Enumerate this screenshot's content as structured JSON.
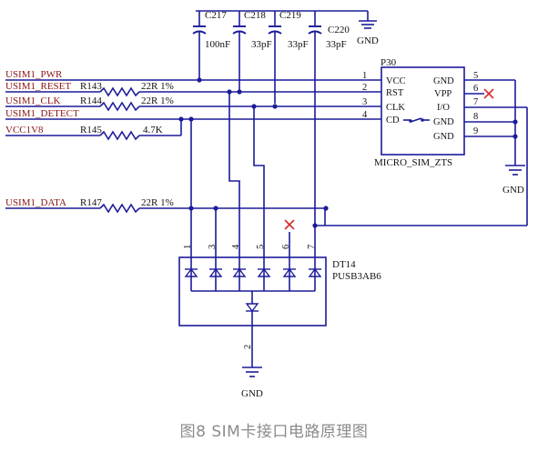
{
  "caption": "图8 SIM卡接口电路原理图",
  "colors": {
    "wire": "#1b1b9a",
    "net_label": "#8a1414",
    "no_connect": "#d42b2b",
    "caption": "#8b8b8b"
  },
  "capacitors": [
    {
      "ref": "C217",
      "value": "100nF"
    },
    {
      "ref": "C218",
      "value": "33pF"
    },
    {
      "ref": "C219",
      "value": "33pF"
    },
    {
      "ref": "C220",
      "value": "33pF"
    }
  ],
  "top_ground": "GND",
  "nets": [
    "USIM1_PWR",
    "USIM1_RESET",
    "USIM1_CLK",
    "USIM1_DETECT",
    "VCC1V8",
    "USIM1_DATA"
  ],
  "resistors": [
    {
      "ref": "R143",
      "value": "22R 1%"
    },
    {
      "ref": "R144",
      "value": "22R 1%"
    },
    {
      "ref": "R145",
      "value": "4.7K"
    },
    {
      "ref": "R147",
      "value": "22R 1%"
    }
  ],
  "connector": {
    "ref": "P30",
    "name": "MICRO_SIM_ZTS",
    "left_pins": [
      {
        "num": "1",
        "name": "VCC"
      },
      {
        "num": "2",
        "name": "RST"
      },
      {
        "num": "3",
        "name": "CLK"
      },
      {
        "num": "4",
        "name": "CD"
      }
    ],
    "right_pins": [
      {
        "num": "5",
        "name": "GND"
      },
      {
        "num": "6",
        "name": "VPP"
      },
      {
        "num": "7",
        "name": "I/O"
      },
      {
        "num": "8",
        "name": "GND"
      },
      {
        "num": "9",
        "name": "GND"
      }
    ],
    "ground_label": "GND"
  },
  "tvs": {
    "ref": "DT14",
    "part": "PUSB3AB6",
    "top_pins": [
      "1",
      "3",
      "4",
      "5",
      "6",
      "7"
    ],
    "bottom_pin": "2",
    "ground_label": "GND"
  }
}
